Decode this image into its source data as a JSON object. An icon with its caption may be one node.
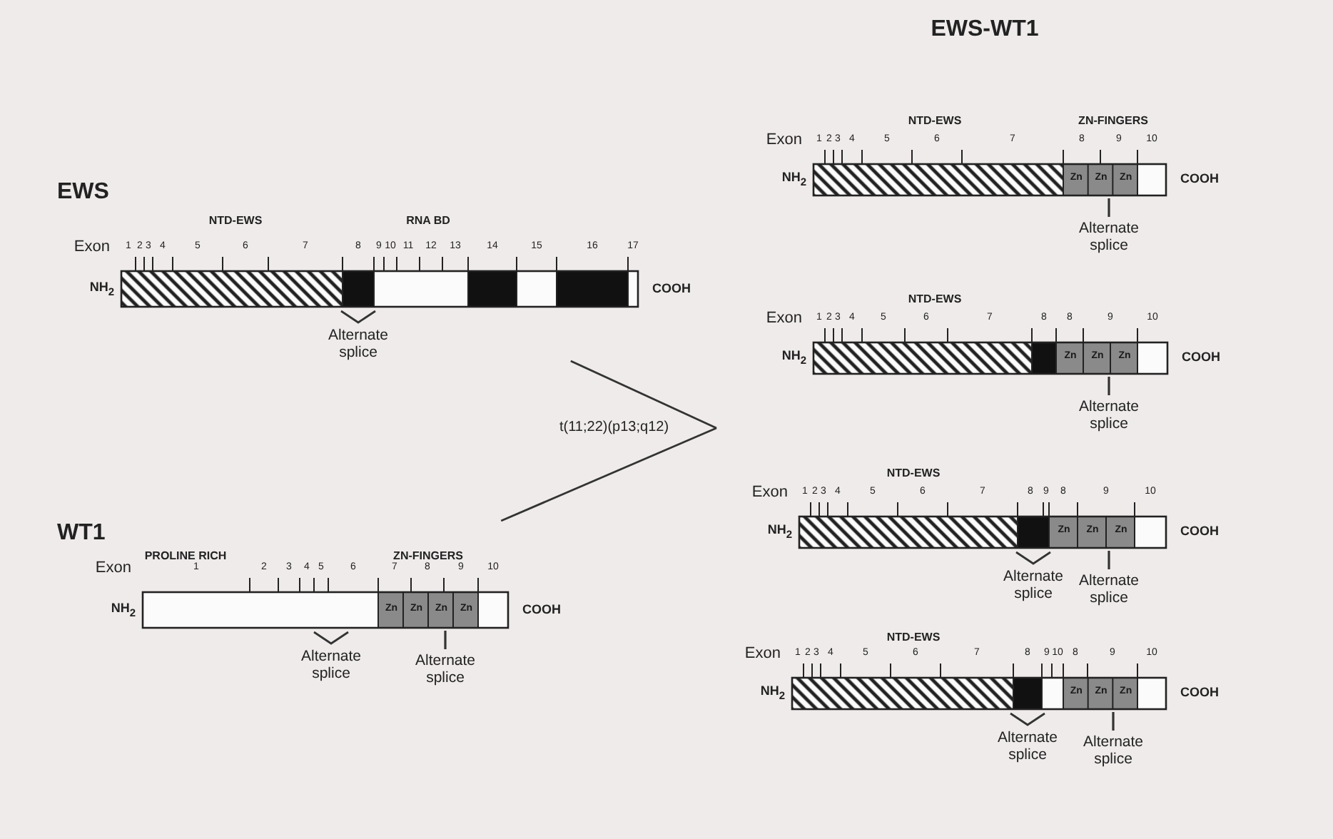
{
  "diagram": {
    "nodes": [
      {
        "text": [
          "EWS"
        ],
        "beside": [
          "NTD-EWS",
          "RNA BD",
          "Exon",
          "1",
          "2",
          "3",
          "4",
          "5",
          "6",
          "7",
          "8",
          "9",
          "10",
          "11",
          "12",
          "13",
          "14",
          "15",
          "16",
          "17",
          "NH$_{2}$",
          "COOH",
          "Alternate splice"
        ]
      },
      {
        "text": [
          "WT1",
          "Zn",
          "Zn",
          "Zn",
          "Zn"
        ],
        "beside": [
          "PROLINE RICH",
          "ZN-FINGERS",
          "Exon",
          "1",
          "2",
          "3",
          "4",
          "5",
          "6",
          "7",
          "8",
          "9",
          "10",
          "NH$_{2}$",
          "COOH",
          "Alternate splice",
          "Alternate splice"
        ]
      },
      {
        "text": [
          "t(11;22)(p13;q12)"
        ]
      },
      {
        "text": [
          "Zn",
          "Zn",
          "Zn"
        ],
        "beside": [
          "NTD-EWS",
          "ZN-FINGERS",
          "Exon",
          "1",
          "2",
          "3",
          "4",
          "5",
          "6",
          "7",
          "8",
          "9",
          "10",
          "NH$_{2}$",
          "COOH",
          "Alternate splice"
        ]
      },
      {
        "text": [
          "Zn",
          "Zn",
          "Zn"
        ],
        "beside": [
          "NTD-EWS",
          "Exon",
          "1",
          "2",
          "3",
          "4",
          "5",
          "6",
          "7",
          "8",
          "8",
          "9",
          "10",
          "NH$_{2}$",
          "COOH",
          "Alternate splice"
        ]
      },
      {
        "text": [
          "Zn",
          "Zn",
          "Zn"
        ],
        "beside": [
          "NTD-EWS",
          "Exon",
          "1",
          "2",
          "3",
          "4",
          "5",
          "6",
          "7",
          "8",
          "9",
          "8",
          "9",
          "10",
          "NH$_{2}$",
          "COOH",
          "Alternate splice",
          "Alternate splice"
        ]
      },
      {
        "text": [
          "Zn",
          "Zn",
          "Zn"
        ],
        "beside": [
          "NTD-EWS",
          "Exon",
          "1",
          "2",
          "3",
          "4",
          "5",
          "6",
          "7",
          "8",
          "9",
          "10",
          "8",
          "9",
          "10",
          "NH$_{2}$",
          "COOH",
          "Alternate splice",
          "Alternate splice"
        ]
      }
    ],
    "edges": [
      {
        "from": 0,
        "to": 2,
        "arrow": "none"
      },
      {
        "from": 1,
        "to": 2,
        "arrow": "none"
      }
    ],
    "labels": [
      "EWS-WT1"
    ]
  }
}
